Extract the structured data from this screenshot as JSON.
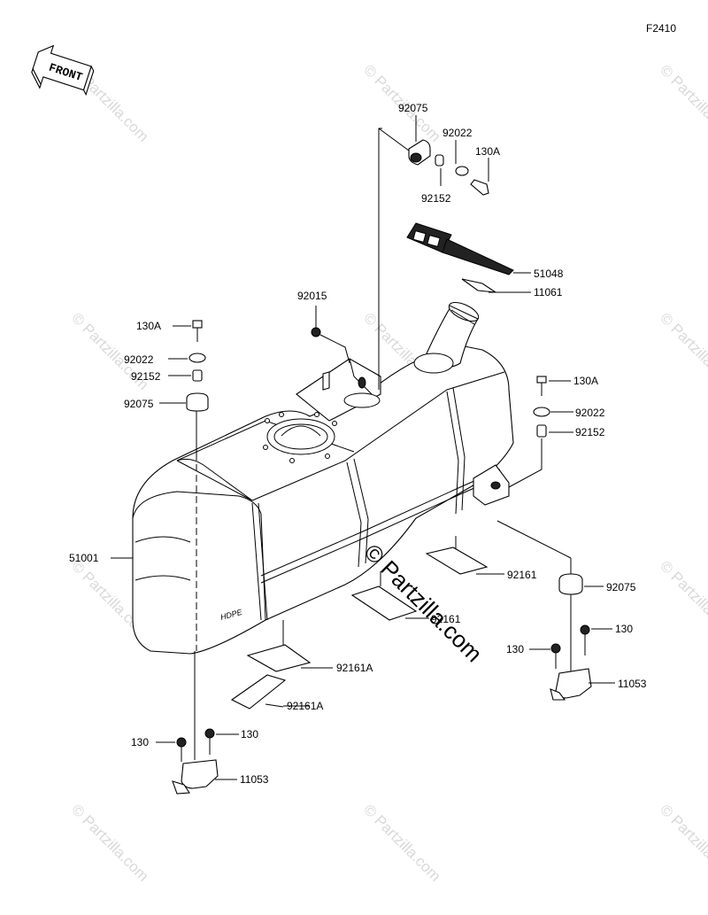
{
  "figure_code": "F2410",
  "front_label": "FRONT",
  "watermark_text": "© Partzilla.com",
  "parts": {
    "p92075_top": "92075",
    "p92022_top": "92022",
    "p130A_top": "130A",
    "p92152_top": "92152",
    "p51048": "51048",
    "p11061": "11061",
    "p92015": "92015",
    "p130A_left": "130A",
    "p92022_left": "92022",
    "p92152_left": "92152",
    "p92075_left": "92075",
    "p130A_right": "130A",
    "p92022_right": "92022",
    "p92152_right": "92152",
    "p51001": "51001",
    "p92161_right": "92161",
    "p92161_mid": "92161",
    "p92075_right": "92075",
    "p130_right_a": "130",
    "p130_right_b": "130",
    "p11053_right": "11053",
    "p92161A_a": "92161A",
    "p92161A_b": "92161A",
    "p130_left_a": "130",
    "p130_left_b": "130",
    "p11053_left": "11053"
  },
  "tank_marking": "HDPE"
}
